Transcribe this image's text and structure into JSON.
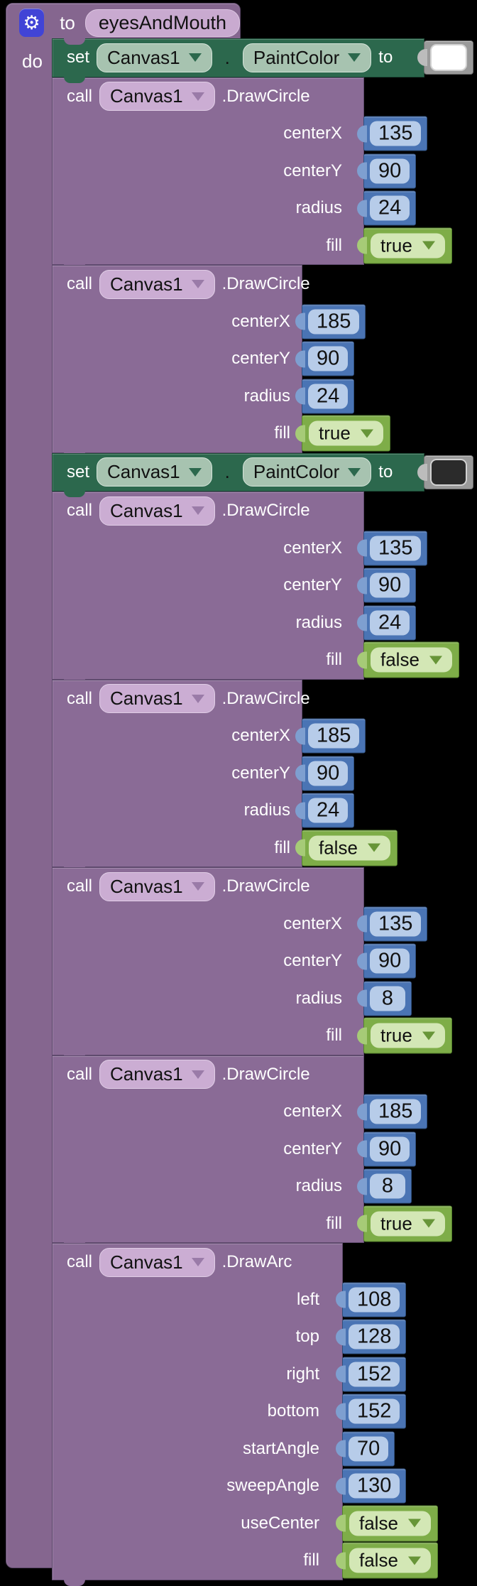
{
  "workspace": {
    "background": "#000000"
  },
  "procedure": {
    "to_label": "to",
    "name": "eyesAndMouth",
    "do_label": "do",
    "gear_icon": "gear-icon"
  },
  "accent_colors": {
    "procedure_purple": "#85668f",
    "call_purple": "#8a6b96",
    "setter_green": "#2c684d",
    "math_blue": "#4a74b4",
    "logic_green": "#7ead48"
  },
  "blocks": [
    {
      "kind": "set",
      "set_label": "set",
      "component": "Canvas1",
      "dot": ".",
      "property": "PaintColor",
      "to_label": "to",
      "color": "#FFFFFF"
    },
    {
      "kind": "call",
      "call_label": "call",
      "component": "Canvas1",
      "method": ".DrawCircle",
      "params": [
        {
          "label": "centerX",
          "value": "135",
          "type": "number"
        },
        {
          "label": "centerY",
          "value": "90",
          "type": "number"
        },
        {
          "label": "radius",
          "value": "24",
          "type": "number"
        },
        {
          "label": "fill",
          "value": "true",
          "type": "logic"
        }
      ]
    },
    {
      "kind": "call",
      "call_label": "call",
      "component": "Canvas1",
      "method": ".DrawCircle",
      "params": [
        {
          "label": "centerX",
          "value": "185",
          "type": "number"
        },
        {
          "label": "centerY",
          "value": "90",
          "type": "number"
        },
        {
          "label": "radius",
          "value": "24",
          "type": "number"
        },
        {
          "label": "fill",
          "value": "true",
          "type": "logic"
        }
      ]
    },
    {
      "kind": "set",
      "set_label": "set",
      "component": "Canvas1",
      "dot": ".",
      "property": "PaintColor",
      "to_label": "to",
      "color": "#2b2b2b"
    },
    {
      "kind": "call",
      "call_label": "call",
      "component": "Canvas1",
      "method": ".DrawCircle",
      "params": [
        {
          "label": "centerX",
          "value": "135",
          "type": "number"
        },
        {
          "label": "centerY",
          "value": "90",
          "type": "number"
        },
        {
          "label": "radius",
          "value": "24",
          "type": "number"
        },
        {
          "label": "fill",
          "value": "false",
          "type": "logic"
        }
      ]
    },
    {
      "kind": "call",
      "call_label": "call",
      "component": "Canvas1",
      "method": ".DrawCircle",
      "params": [
        {
          "label": "centerX",
          "value": "185",
          "type": "number"
        },
        {
          "label": "centerY",
          "value": "90",
          "type": "number"
        },
        {
          "label": "radius",
          "value": "24",
          "type": "number"
        },
        {
          "label": "fill",
          "value": "false",
          "type": "logic"
        }
      ]
    },
    {
      "kind": "call",
      "call_label": "call",
      "component": "Canvas1",
      "method": ".DrawCircle",
      "params": [
        {
          "label": "centerX",
          "value": "135",
          "type": "number"
        },
        {
          "label": "centerY",
          "value": "90",
          "type": "number"
        },
        {
          "label": "radius",
          "value": "8",
          "type": "number"
        },
        {
          "label": "fill",
          "value": "true",
          "type": "logic"
        }
      ]
    },
    {
      "kind": "call",
      "call_label": "call",
      "component": "Canvas1",
      "method": ".DrawCircle",
      "params": [
        {
          "label": "centerX",
          "value": "185",
          "type": "number"
        },
        {
          "label": "centerY",
          "value": "90",
          "type": "number"
        },
        {
          "label": "radius",
          "value": "8",
          "type": "number"
        },
        {
          "label": "fill",
          "value": "true",
          "type": "logic"
        }
      ]
    },
    {
      "kind": "call",
      "call_label": "call",
      "component": "Canvas1",
      "method": ".DrawArc",
      "params": [
        {
          "label": "left",
          "value": "108",
          "type": "number"
        },
        {
          "label": "top",
          "value": "128",
          "type": "number"
        },
        {
          "label": "right",
          "value": "152",
          "type": "number"
        },
        {
          "label": "bottom",
          "value": "152",
          "type": "number"
        },
        {
          "label": "startAngle",
          "value": "70",
          "type": "number"
        },
        {
          "label": "sweepAngle",
          "value": "130",
          "type": "number"
        },
        {
          "label": "useCenter",
          "value": "false",
          "type": "logic"
        },
        {
          "label": "fill",
          "value": "false",
          "type": "logic"
        }
      ]
    }
  ]
}
